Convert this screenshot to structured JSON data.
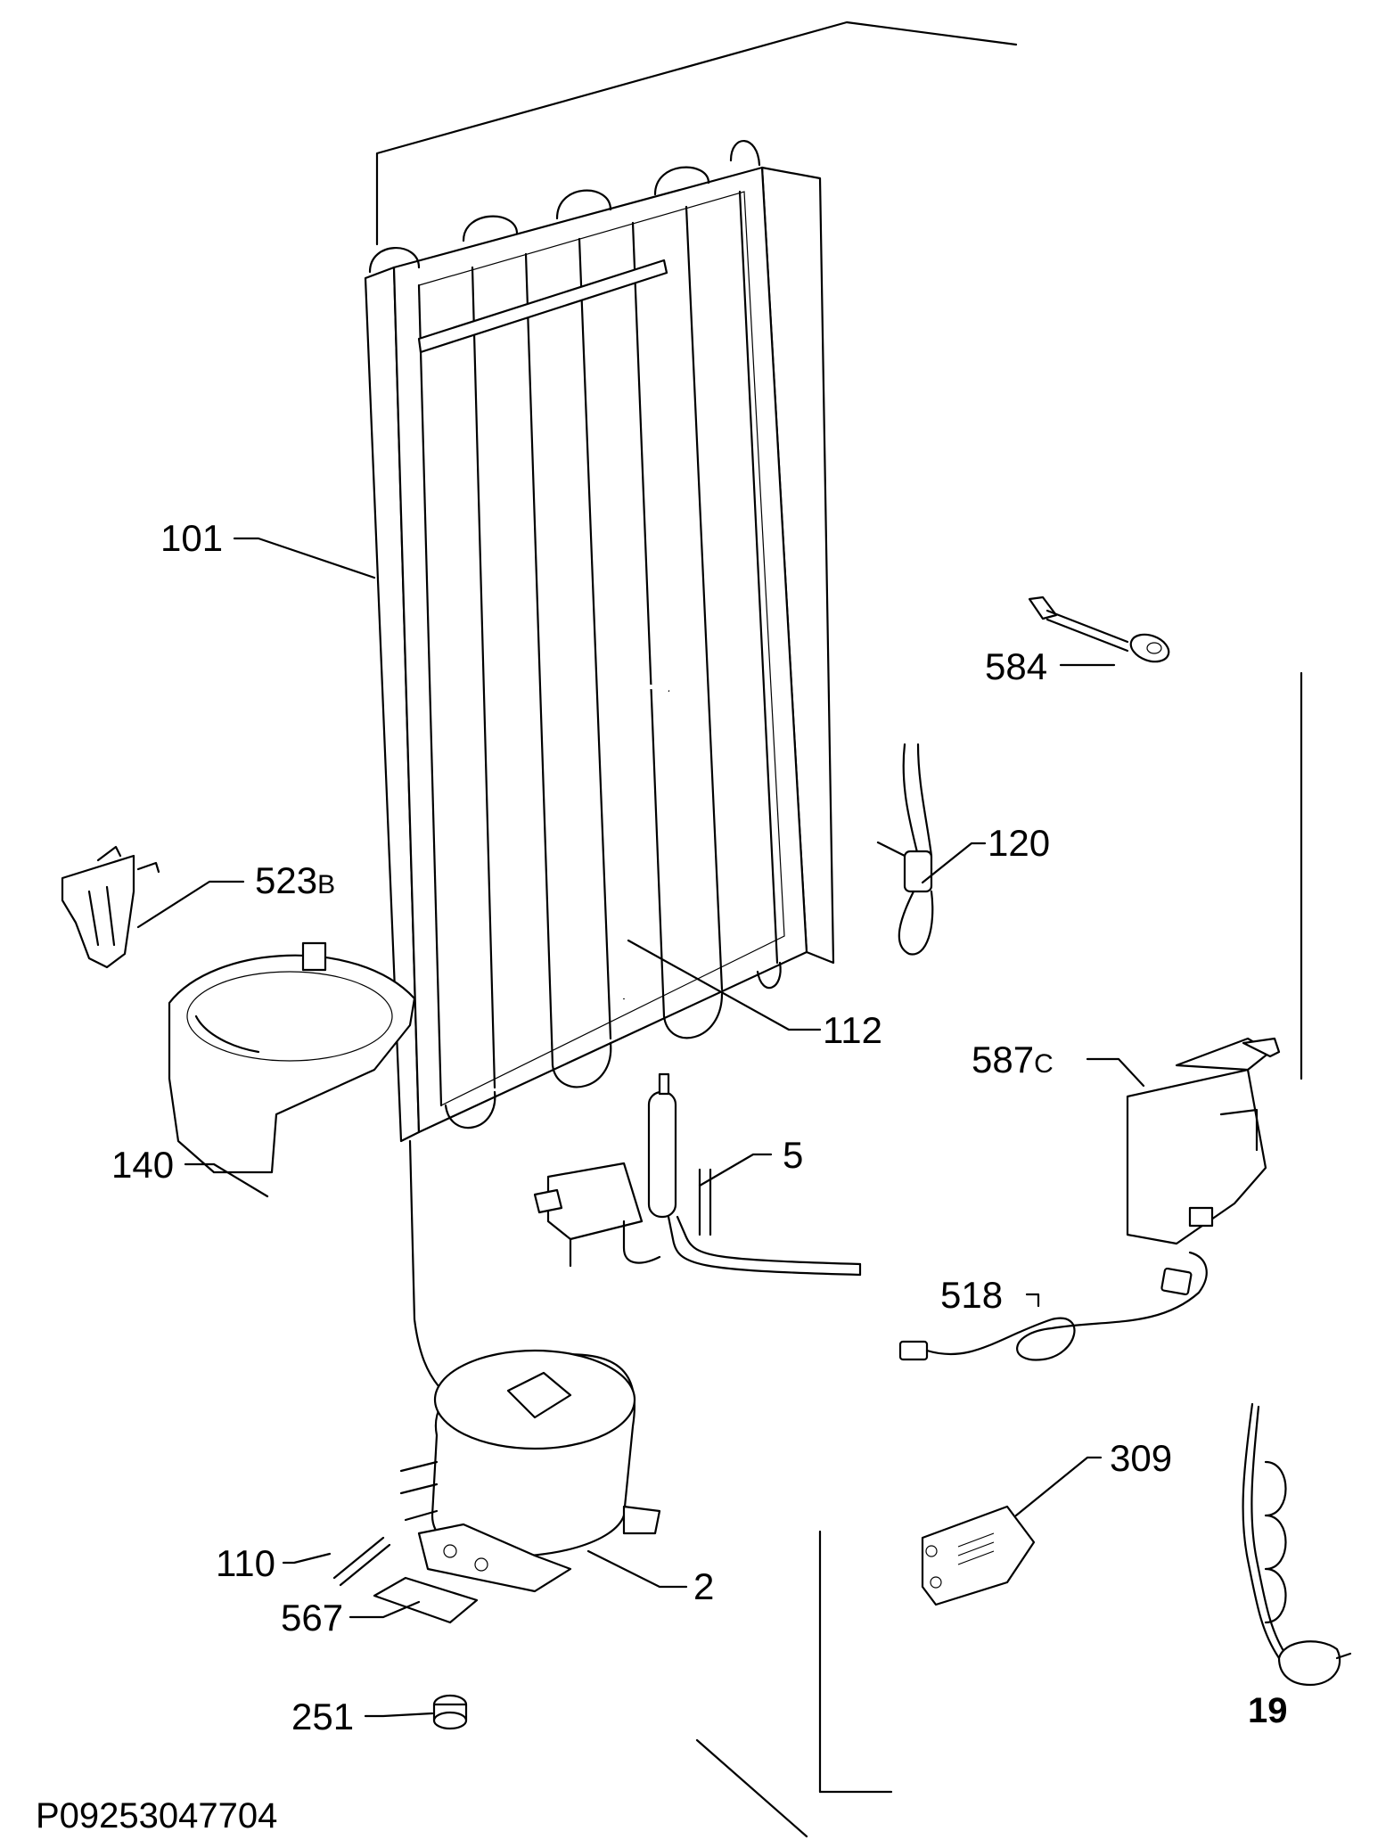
{
  "diagram": {
    "labels": {
      "p101": "101",
      "p584": "584",
      "p120": "120",
      "p523": "523",
      "p523_suffix": "B",
      "p112": "112",
      "p587": "587",
      "p587_suffix": "C",
      "p140": "140",
      "p5": "5",
      "p518": "518",
      "p309": "309",
      "p110": "110",
      "p2": "2",
      "p567": "567",
      "p19": "19",
      "p251": "251"
    },
    "drawing_code": "P09253047704"
  }
}
